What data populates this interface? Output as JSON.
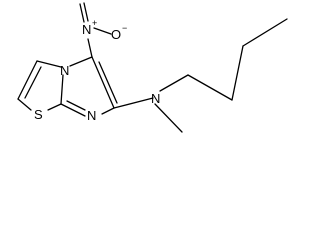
{
  "structure": {
    "atoms": {
      "nitro_n": "N",
      "nitro_n_charge": "+",
      "nitro_o": "O",
      "nitro_o_charge": "−",
      "ring_n_top": "N",
      "ring_n_bottom": "N",
      "ring_s": "S",
      "amine_n": "N"
    },
    "colors": {
      "bond": "#000000",
      "label": "#000000",
      "background": "#ffffff"
    }
  }
}
